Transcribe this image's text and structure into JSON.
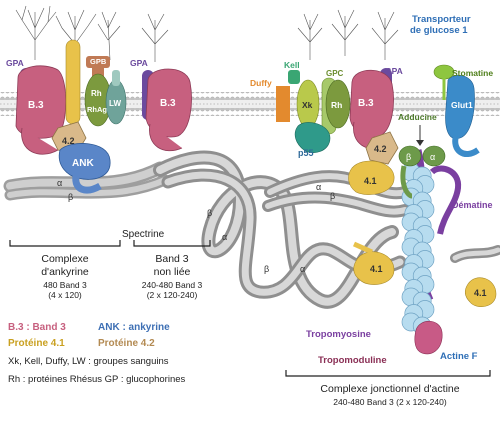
{
  "labels": {
    "gpa": "GPA",
    "gpb": "GPB",
    "b3": "B.3",
    "rh": "Rh",
    "rhag": "RhAg",
    "lw": "LW",
    "p42": "4.2",
    "ank": "ANK",
    "alpha": "α",
    "beta": "β",
    "kell": "Kell",
    "duffy": "Duffy",
    "xk": "Xk",
    "gpc": "GPC",
    "p55": "p55",
    "p41": "4.1",
    "adducine": "Adducine",
    "glucose_transporter_l1": "Transporteur",
    "glucose_transporter_l2": "de glucose 1",
    "stomatine": "Stomatine",
    "glut1": "Glut1",
    "dematine": "Dématine",
    "spectrine": "Spectrine",
    "tropomyosine": "Tropomyosine",
    "tropomoduline": "Tropomoduline",
    "actine_f": "Actine F"
  },
  "groups": {
    "ankyrin_complex": {
      "title_l1": "Complexe",
      "title_l2": "d'ankyrine",
      "sub_l1": "480 Band 3",
      "sub_l2": "(4 x 120)"
    },
    "band3_free": {
      "title_l1": "Band 3",
      "title_l2": "non liée",
      "sub_l1": "240-480 Band 3",
      "sub_l2": "(2 x 120-240)"
    },
    "junctional": {
      "title": "Complexe jonctionnel d'actine",
      "sub": "240-480 Band 3 (2 x 120-240)"
    }
  },
  "legend": {
    "b3": "B.3 : Band 3",
    "ank": "ANK : ankyrine",
    "p41": "Protéine 4.1",
    "p42": "Protéine 4.2",
    "blood_groups": "Xk, Kell, Duffy, LW : groupes sanguins",
    "rh_gp": "Rh : protéines Rhésus     GP : glucophorines"
  },
  "colors": {
    "band3": "#c7607f",
    "ankyrin": "#5a86c8",
    "protein41": "#e8c24a",
    "protein42": "#d9b98a",
    "gpa": "#6b4a9e",
    "gpb": "#c07a55",
    "rh": "#7c9a3e",
    "lw": "#6fa39a",
    "kell": "#3aa673",
    "duffy": "#e38a2e",
    "xk": "#b9c94b",
    "gpc": "#a7c96a",
    "glut1": "#3b8bc9",
    "stomatine": "#8ec63f",
    "adducine": "#6d9a4a",
    "dematine": "#7a3fa0",
    "actin": "#b7dcef",
    "tropomoduline": "#c85a86",
    "spectrin": "#a8a8a8",
    "membrane_head": "#c9c9c9"
  }
}
